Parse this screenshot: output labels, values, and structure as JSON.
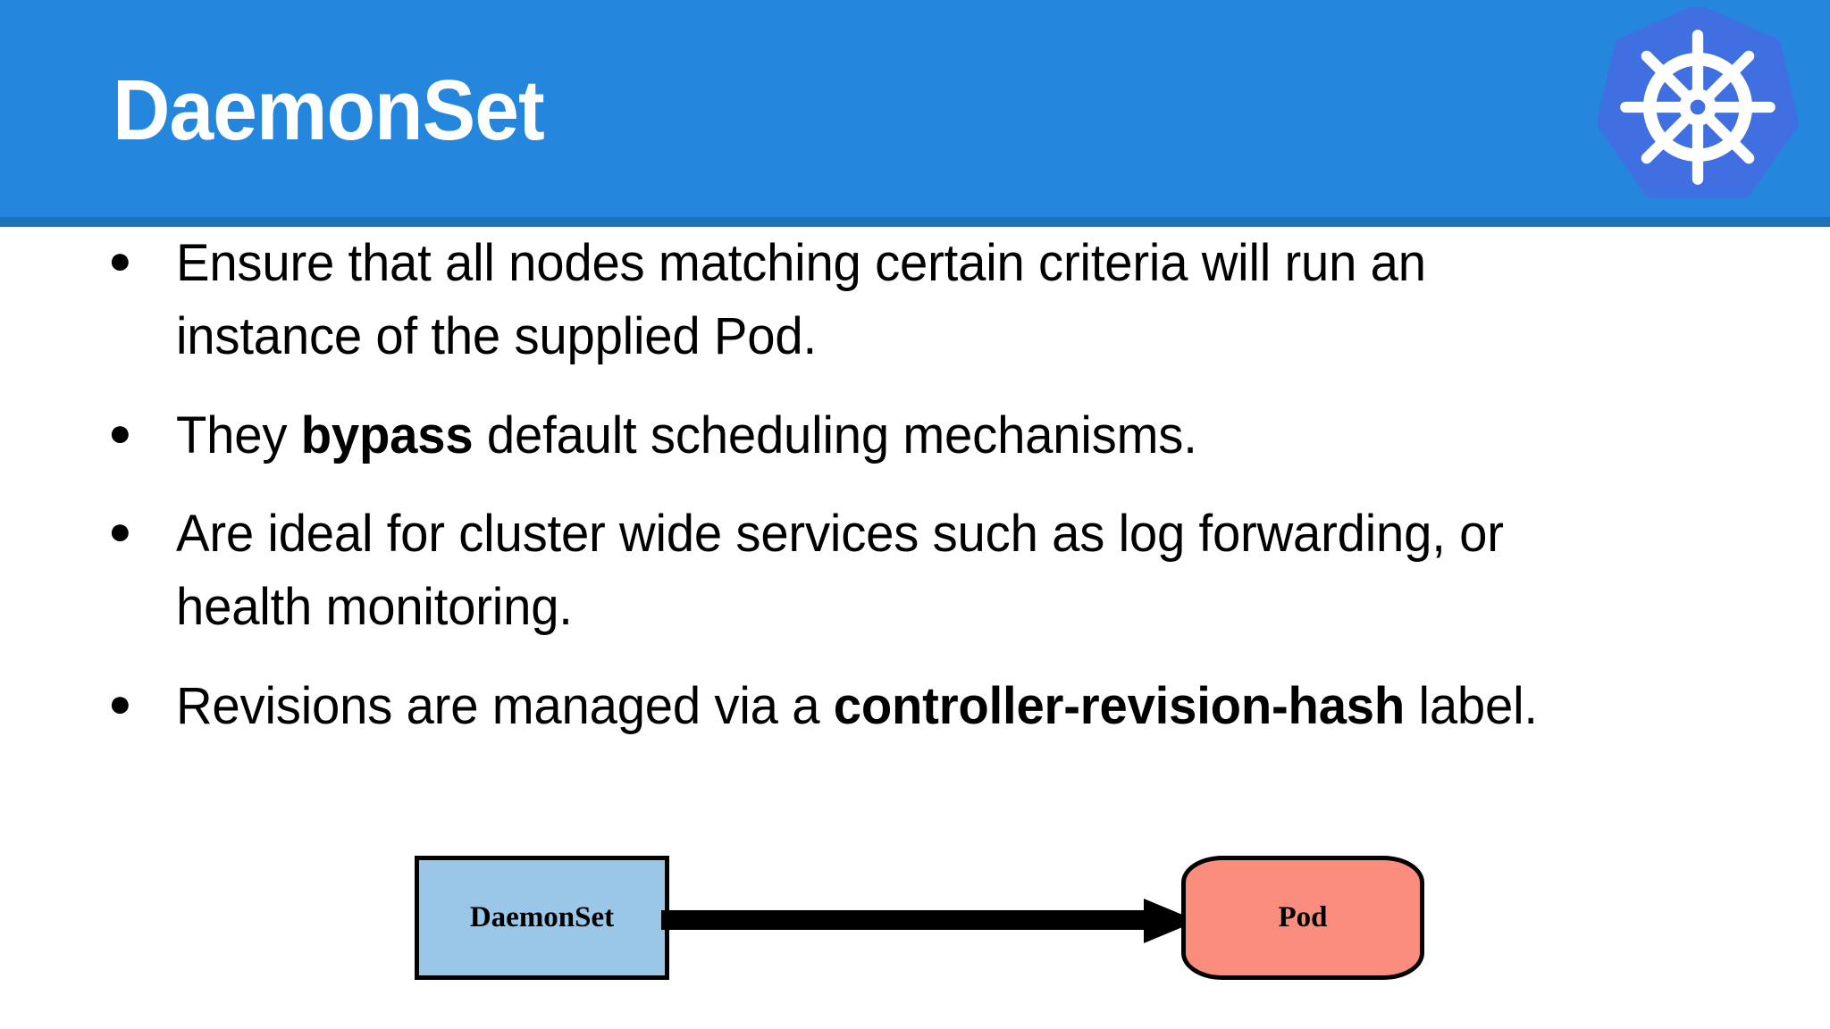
{
  "header": {
    "title": "DaemonSet",
    "background_color": "#2486dd",
    "underline_color": "#1d72b8",
    "title_color": "#ffffff",
    "logo": {
      "name": "kubernetes-logo",
      "shape": "heptagon-with-ship-wheel",
      "fill_color": "#3f6fe0",
      "wheel_color": "#ffffff"
    }
  },
  "body": {
    "bullet_marker": "●",
    "bullets": [
      {
        "id": 0,
        "segments": [
          {
            "text": "Ensure that all nodes matching certain criteria will run an instance of the supplied Pod.",
            "bold": false
          }
        ]
      },
      {
        "id": 1,
        "segments": [
          {
            "text": "They ",
            "bold": false
          },
          {
            "text": "bypass",
            "bold": true
          },
          {
            "text": " default scheduling mechanisms.",
            "bold": false
          }
        ]
      },
      {
        "id": 2,
        "segments": [
          {
            "text": "Are ideal for cluster wide services such as log forwarding, or health monitoring.",
            "bold": false
          }
        ]
      },
      {
        "id": 3,
        "segments": [
          {
            "text": "Revisions are managed via a ",
            "bold": false
          },
          {
            "text": "controller-revision-hash",
            "bold": true
          },
          {
            "text": " label.",
            "bold": false
          }
        ]
      }
    ]
  },
  "diagram": {
    "type": "flow",
    "nodes": [
      {
        "id": "daemonset",
        "label": "DaemonSet",
        "shape": "rectangle",
        "fill_color": "#9ac7e8",
        "border_color": "#000000"
      },
      {
        "id": "pod",
        "label": "Pod",
        "shape": "rounded-rectangle",
        "fill_color": "#fa8d7e",
        "border_color": "#000000"
      }
    ],
    "edges": [
      {
        "from": "daemonset",
        "to": "pod",
        "label": "",
        "style": "solid-arrow",
        "color": "#000000"
      }
    ]
  }
}
